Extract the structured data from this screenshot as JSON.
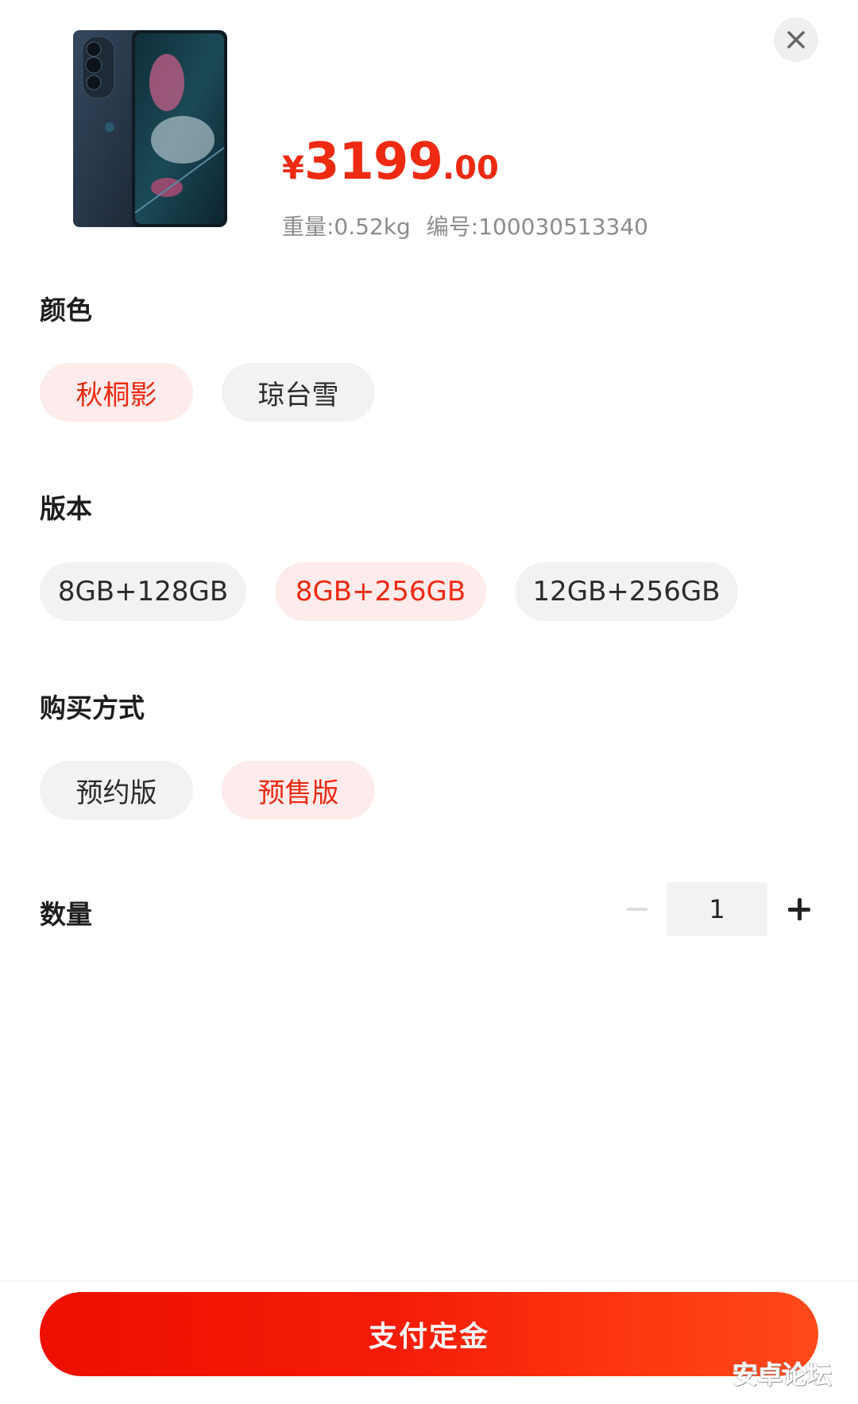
{
  "product": {
    "image_alt": "phone-product-image",
    "price": {
      "currency": "¥",
      "integer": "3199",
      "decimal": ".00"
    },
    "meta": {
      "weight": "重量:0.52kg",
      "sku": "编号:100030513340"
    }
  },
  "close": {
    "icon": "close-icon"
  },
  "sections": {
    "color": {
      "label": "颜色",
      "options": [
        {
          "label": "秋桐影",
          "selected": true
        },
        {
          "label": "琼台雪",
          "selected": false
        }
      ]
    },
    "version": {
      "label": "版本",
      "options": [
        {
          "label": "8GB+128GB",
          "selected": false
        },
        {
          "label": "8GB+256GB",
          "selected": true
        },
        {
          "label": "12GB+256GB",
          "selected": false
        }
      ]
    },
    "purchase": {
      "label": "购买方式",
      "options": [
        {
          "label": "预约版",
          "selected": false
        },
        {
          "label": "预售版",
          "selected": true
        }
      ]
    },
    "quantity": {
      "label": "数量",
      "value": "1",
      "minus_icon": "minus-icon",
      "plus_icon": "plus-icon"
    }
  },
  "footer": {
    "pay_label": "支付定金"
  },
  "watermark": "安卓论坛",
  "colors": {
    "accent": "#ee2a12",
    "selected_chip_bg": "#fdeceb",
    "chip_bg": "#f2f2f2",
    "button_gradient_start": "#ee0f00",
    "button_gradient_end": "#ff4a1a"
  }
}
